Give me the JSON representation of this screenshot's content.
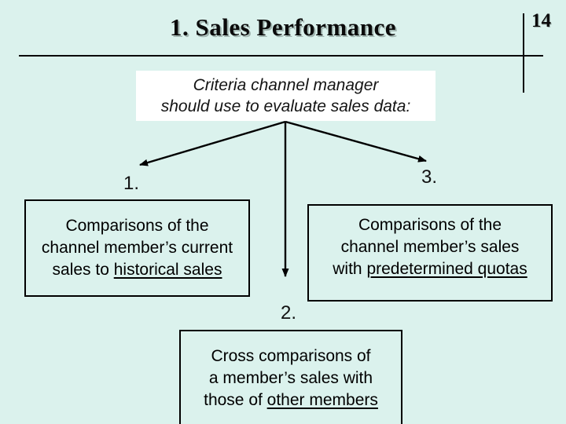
{
  "page": {
    "title": "1. Sales Performance",
    "page_number": "14",
    "background_color": "#dbf2ed",
    "top_box_color": "#ffffff",
    "line_color": "#000000"
  },
  "top_box": {
    "line1": "Criteria channel manager",
    "line2": "should use to evaluate sales data:"
  },
  "labels": {
    "one": "1.",
    "two": "2.",
    "three": "3."
  },
  "boxes": {
    "box1": {
      "line1": "Comparisons of the",
      "line2": "channel member’s current",
      "line3_pre": "sales to ",
      "line3_underlined": "historical sales"
    },
    "box2": {
      "line1": "Cross comparisons of",
      "line2": "a member’s sales with",
      "line3_pre": "those of ",
      "line3_underlined": "other members"
    },
    "box3": {
      "line1": "Comparisons of the",
      "line2": "channel member’s sales",
      "line3_pre": "with ",
      "line3_underlined": "predetermined quotas"
    }
  }
}
